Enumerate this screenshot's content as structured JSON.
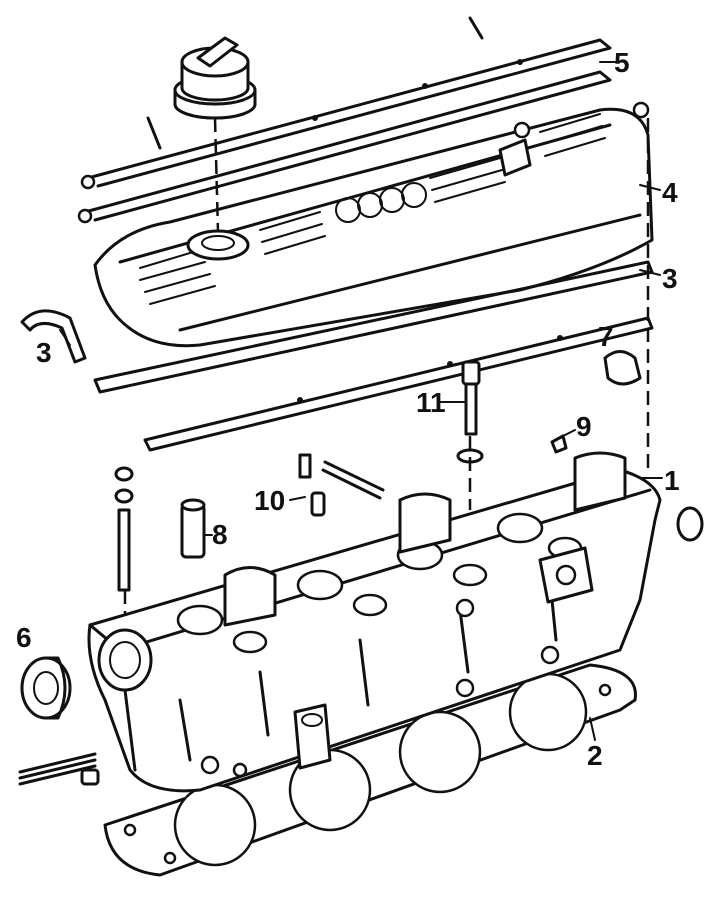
{
  "callouts": {
    "c1": "1",
    "c2": "2",
    "c3a": "3",
    "c3b": "3",
    "c4": "4",
    "c5": "5",
    "c6": "6",
    "c7": "7",
    "c8": "8",
    "c9": "9",
    "c10": "10",
    "c11": "11"
  }
}
